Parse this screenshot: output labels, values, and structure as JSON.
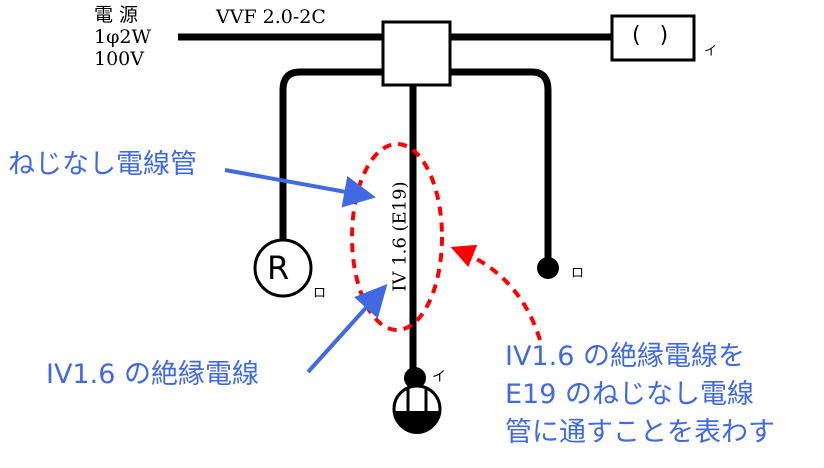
{
  "power_source": {
    "line1": "電 源",
    "line2": "1φ2W",
    "line3": "100V"
  },
  "cable_label": "VVF 2.0-2C",
  "switch_symbol": "( )",
  "switch_tag": "イ",
  "lamp_symbol": "R",
  "lamp_tag": "ロ",
  "pendant_tag": "ロ",
  "outlet_tag": "イ",
  "conduit_label": "IV 1.6 (E19)",
  "annotations": {
    "conduit": "ねじなし電線管",
    "wire": "IV1.6 の絶縁電線",
    "explanation": [
      "IV1.6 の絶縁電線を",
      "E19 のねじなし電線",
      "管に通すことを表わす"
    ]
  },
  "colors": {
    "annotation_blue": "#4169e1",
    "highlight_red": "#ff0000",
    "wiring": "#000000"
  }
}
